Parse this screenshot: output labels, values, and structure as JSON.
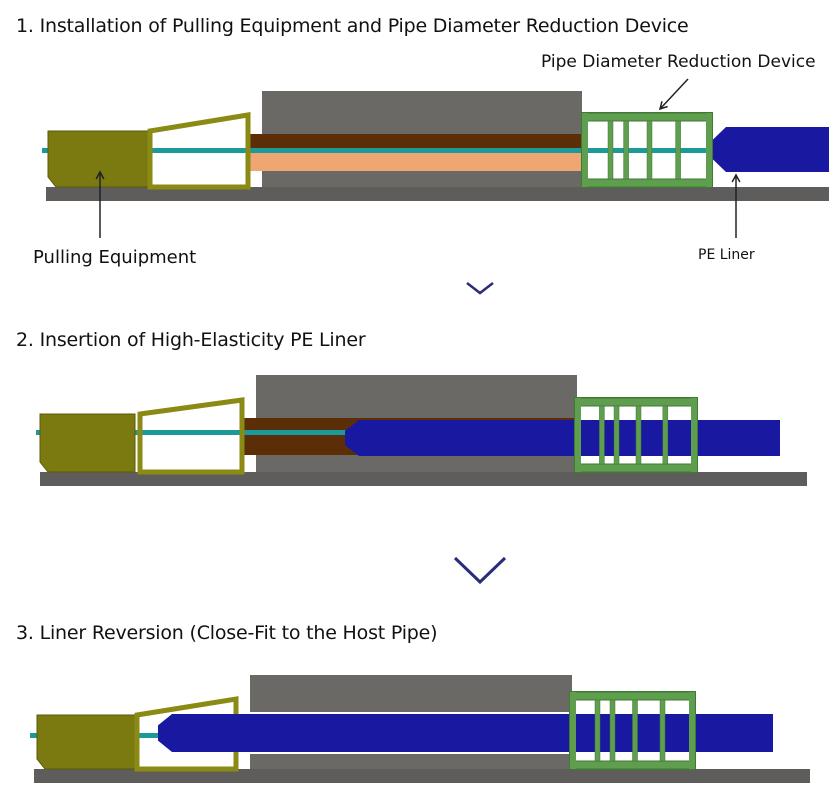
{
  "steps": [
    {
      "title": "1. Installation of Pulling Equipment and Pipe Diameter Reduction Device"
    },
    {
      "title": "2. Insertion of High-Elasticity PE Liner"
    },
    {
      "title": "3. Liner Reversion (Close-Fit to the Host Pipe)"
    }
  ],
  "labels": {
    "reduction_device": "Pipe Diameter Reduction Device",
    "pulling_equipment": "Pulling Equipment",
    "pe_liner": "PE Liner"
  },
  "colors": {
    "pulling_equipment": "#7a7a10",
    "host_block": "#6b6966",
    "base": "#5f5d5b",
    "host_pipe_upper": "#5c2e08",
    "host_pipe_lower": "#f0a672",
    "rod": "#1c9a9a",
    "reduction_device": "#5f9e4f",
    "pe_liner": "#1818a0",
    "chevron": "#2b2b7a"
  }
}
